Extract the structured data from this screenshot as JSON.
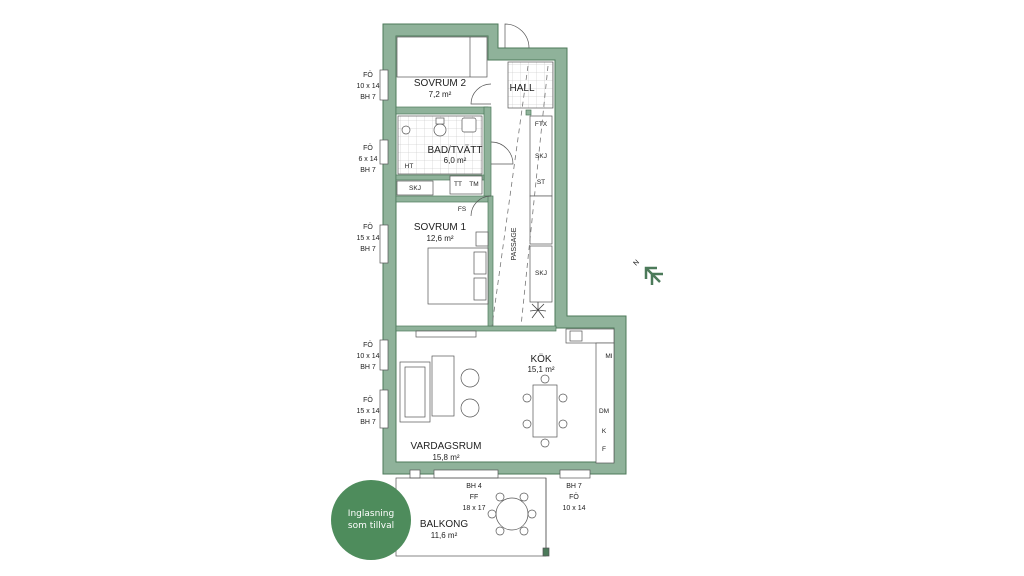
{
  "colors": {
    "wall": "#8fb29a",
    "wall_edge": "#4c7a5a",
    "badge": "#4e8c5c",
    "line": "#555555"
  },
  "rooms": {
    "sovrum2": {
      "name": "SOVRUM 2",
      "area": "7,2 m²"
    },
    "hall": {
      "name": "HALL"
    },
    "bad": {
      "name": "BAD/TVÄTT",
      "area": "6,0 m²"
    },
    "sovrum1": {
      "name": "SOVRUM 1",
      "area": "12,6 m²"
    },
    "passage": {
      "name": "PASSAGE"
    },
    "kok": {
      "name": "KÖK",
      "area": "15,1 m²"
    },
    "vardagsrum": {
      "name": "VARDAGSRUM",
      "area": "15,8 m²"
    },
    "balkong": {
      "name": "BALKONG",
      "area": "11,6 m²"
    }
  },
  "windows": [
    {
      "l1": "FÖ",
      "l2": "10 x 14",
      "l3": "BH 7"
    },
    {
      "l1": "FÖ",
      "l2": "6 x 14",
      "l3": "BH 7"
    },
    {
      "l1": "FÖ",
      "l2": "15 x 14",
      "l3": "BH 7"
    },
    {
      "l1": "FÖ",
      "l2": "10 x 14",
      "l3": "BH 7"
    },
    {
      "l1": "FÖ",
      "l2": "15 x 14",
      "l3": "BH 7"
    }
  ],
  "bottom_windows": {
    "center": {
      "l1": "BH 4",
      "l2": "FF",
      "l3": "18 x 17"
    },
    "right": {
      "l1": "BH 7",
      "l2": "FÖ",
      "l3": "10 x 14"
    }
  },
  "fixtures": {
    "ftx": "FTX",
    "skj": "SKJ",
    "st": "ST",
    "ht": "HT",
    "tt": "TT",
    "tm": "TM",
    "fs": "FS",
    "dm": "DM",
    "k": "K",
    "f": "F",
    "mi": "MI"
  },
  "compass": {
    "label": "N"
  },
  "badge": {
    "text": "Inglasning som tillval"
  }
}
